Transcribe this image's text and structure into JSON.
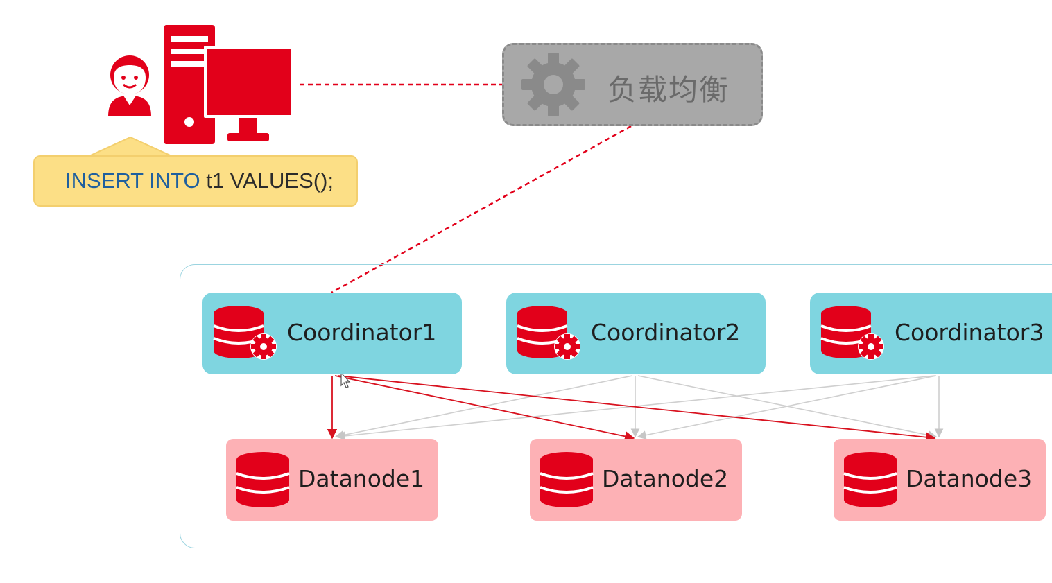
{
  "sql": {
    "keyword": "INSERT INTO",
    "rest": " t1 VALUES();"
  },
  "load_balancer": {
    "label": "负载均衡"
  },
  "coordinators": [
    {
      "label": "Coordinator1"
    },
    {
      "label": "Coordinator2"
    },
    {
      "label": "Coordinator3"
    }
  ],
  "datanodes": [
    {
      "label": "Datanode1"
    },
    {
      "label": "Datanode2"
    },
    {
      "label": "Datanode3"
    }
  ],
  "colors": {
    "brand_red": "#e2001a",
    "coordinator_fill": "#7fd5e0",
    "datanode_fill": "#fdb1b5",
    "load_balancer_fill": "#a8a8a8",
    "sql_bubble_fill": "#fcdf86",
    "sql_keyword": "#1f5f9e",
    "active_link": "#d8121f",
    "inactive_link": "#cfcfcf"
  },
  "icons": {
    "user": "user-icon",
    "computer": "desktop-computer-icon",
    "gear": "gear-icon",
    "coordinator": "database-gear-icon",
    "datanode": "database-icon",
    "cursor": "mouse-cursor-icon"
  }
}
